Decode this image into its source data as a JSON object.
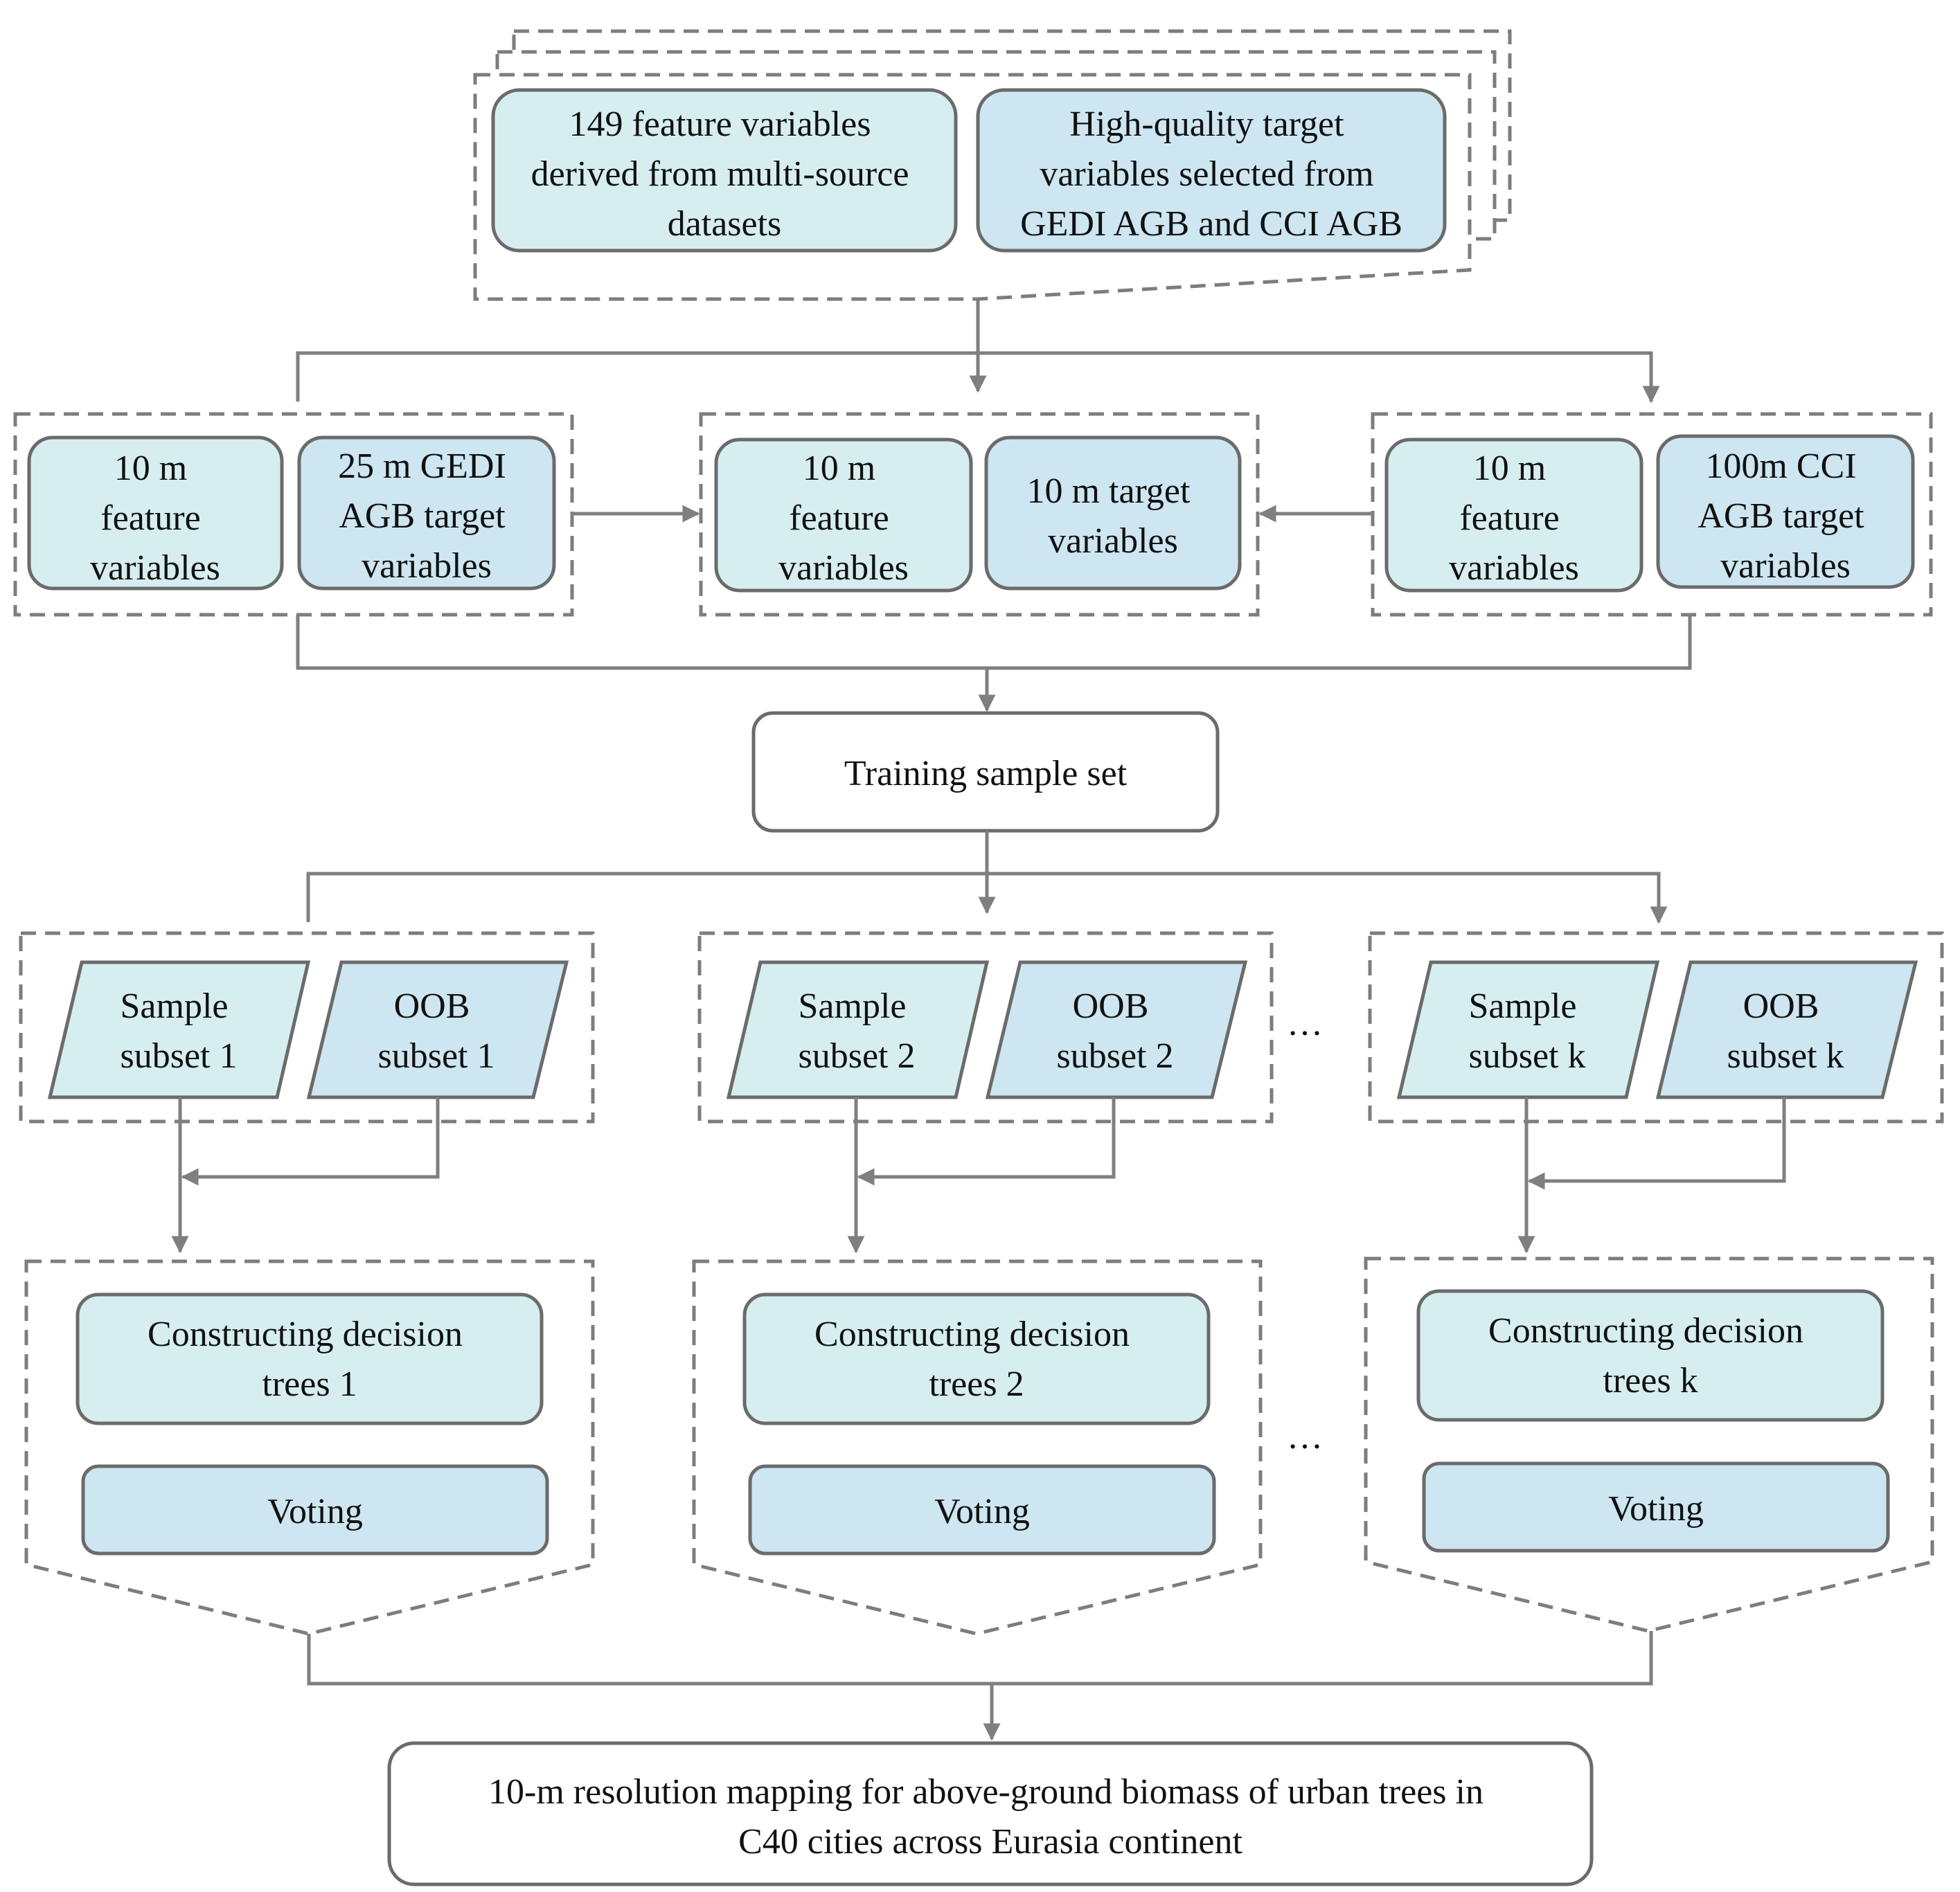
{
  "top": {
    "features": [
      "149 feature variables",
      "derived from multi-source",
      "datasets"
    ],
    "targets": [
      "High-quality target",
      "variables selected from",
      "GEDI AGB and CCI AGB"
    ]
  },
  "mid": {
    "left_feature": [
      "10 m",
      "feature",
      "variables"
    ],
    "left_target": [
      "25 m GEDI",
      "AGB target",
      "variables"
    ],
    "center_feature": [
      "10 m",
      "feature",
      "variables"
    ],
    "center_target": [
      "10 m target",
      "variables"
    ],
    "right_feature": [
      "10 m",
      "feature",
      "variables"
    ],
    "right_target": [
      "100m CCI",
      "AGB target",
      "variables"
    ]
  },
  "training": "Training sample set",
  "subsets": [
    {
      "sample": [
        "Sample",
        "subset 1"
      ],
      "oob": [
        "OOB",
        "subset 1"
      ],
      "tree": [
        "Constructing decision",
        "trees 1"
      ],
      "voting": "Voting"
    },
    {
      "sample": [
        "Sample",
        "subset 2"
      ],
      "oob": [
        "OOB",
        "subset 2"
      ],
      "tree": [
        "Constructing decision",
        "trees 2"
      ],
      "voting": "Voting"
    },
    {
      "sample": [
        "Sample",
        "subset k"
      ],
      "oob": [
        "OOB",
        "subset k"
      ],
      "tree": [
        "Constructing decision",
        "trees k"
      ],
      "voting": "Voting"
    }
  ],
  "ellipsis": "…",
  "output": [
    "10-m resolution mapping for above-ground biomass of urban trees in",
    "C40 cities across Eurasia continent"
  ]
}
